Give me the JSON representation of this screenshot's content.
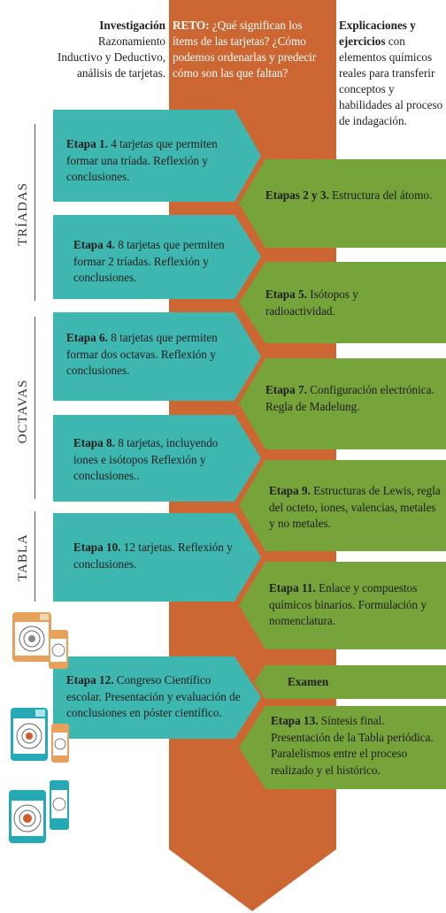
{
  "colors": {
    "spine": "#cc6633",
    "teal": "#3fb7b1",
    "green": "#76a43a",
    "rule": "#555555",
    "card_teal": "#25a9b4",
    "card_orange": "#e8a15a"
  },
  "header": {
    "left": {
      "title": "Investigación",
      "lines": [
        "Razonamiento",
        "Inductivo y Deductivo,",
        "análisis de tarjetas."
      ]
    },
    "middle": {
      "title": "RETO:",
      "line1": " ¿Qué significan los",
      "lines": [
        "ítems de las tarjetas? ¿Cómo",
        "podemos ordenarlas y predecir",
        "cómo son las que faltan?"
      ]
    },
    "right": {
      "title1": "Explicaciones y",
      "title2": "ejercicios",
      "line2": " con",
      "lines": [
        "elementos químicos",
        "reales para transferir",
        "conceptos y",
        "habilidades al proceso",
        "de indagación."
      ]
    }
  },
  "side_labels": {
    "triadas": "TRÍADAS",
    "octavas": "OCTAVAS",
    "tabla": "TABLA"
  },
  "stages": {
    "s1": {
      "bold": "Etapa 1.",
      "text": " 4 tarjetas que permiten formar una tríada. Reflexión y conclusiones."
    },
    "s23": {
      "bold": "Etapas 2 y 3.",
      "text": " Estructura del átomo."
    },
    "s4": {
      "bold": "Etapa 4.",
      "text": " 8 tarjetas que permiten formar 2 tríadas. Reflexión y conclusiones."
    },
    "s5": {
      "bold": "Etapa 5.",
      "text": " Isótopos y radioactividad."
    },
    "s6": {
      "bold": "Etapa 6.",
      "text": " 8 tarjetas que permiten formar dos octavas. Reflexión y conclusiones."
    },
    "s7": {
      "bold": "Etapa 7.",
      "text": " Configuración electrónica. Regla de Madelung."
    },
    "s8": {
      "bold": "Etapa 8.",
      "text": " 8 tarjetas, incluyendo iones e isótopos Reflexión y conclusiones.."
    },
    "s9": {
      "bold": "Etapa 9.",
      "text": " Estructuras de Lewis, regla del octeto, iones, valencias, metales y no metales."
    },
    "s10": {
      "bold": "Etapa 10.",
      "text": " 12 tarjetas. Reflexión y conclusiones."
    },
    "s11": {
      "bold": "Etapa 11.",
      "text": " Enlace y compuestos químicos binarios. Formulación y nomenclatura."
    },
    "s12": {
      "bold": "Etapa 12.",
      "text": " Congreso Científico escolar. Presentación y evaluación de conclusiones en póster científico."
    },
    "exam": {
      "bold": "Examen",
      "text": ""
    },
    "s13": {
      "bold": "Etapa 13.",
      "text": " Síntesis final. Presentación de la Tabla periódica. Paralelismos entre el proceso realizado y el histórico."
    }
  }
}
